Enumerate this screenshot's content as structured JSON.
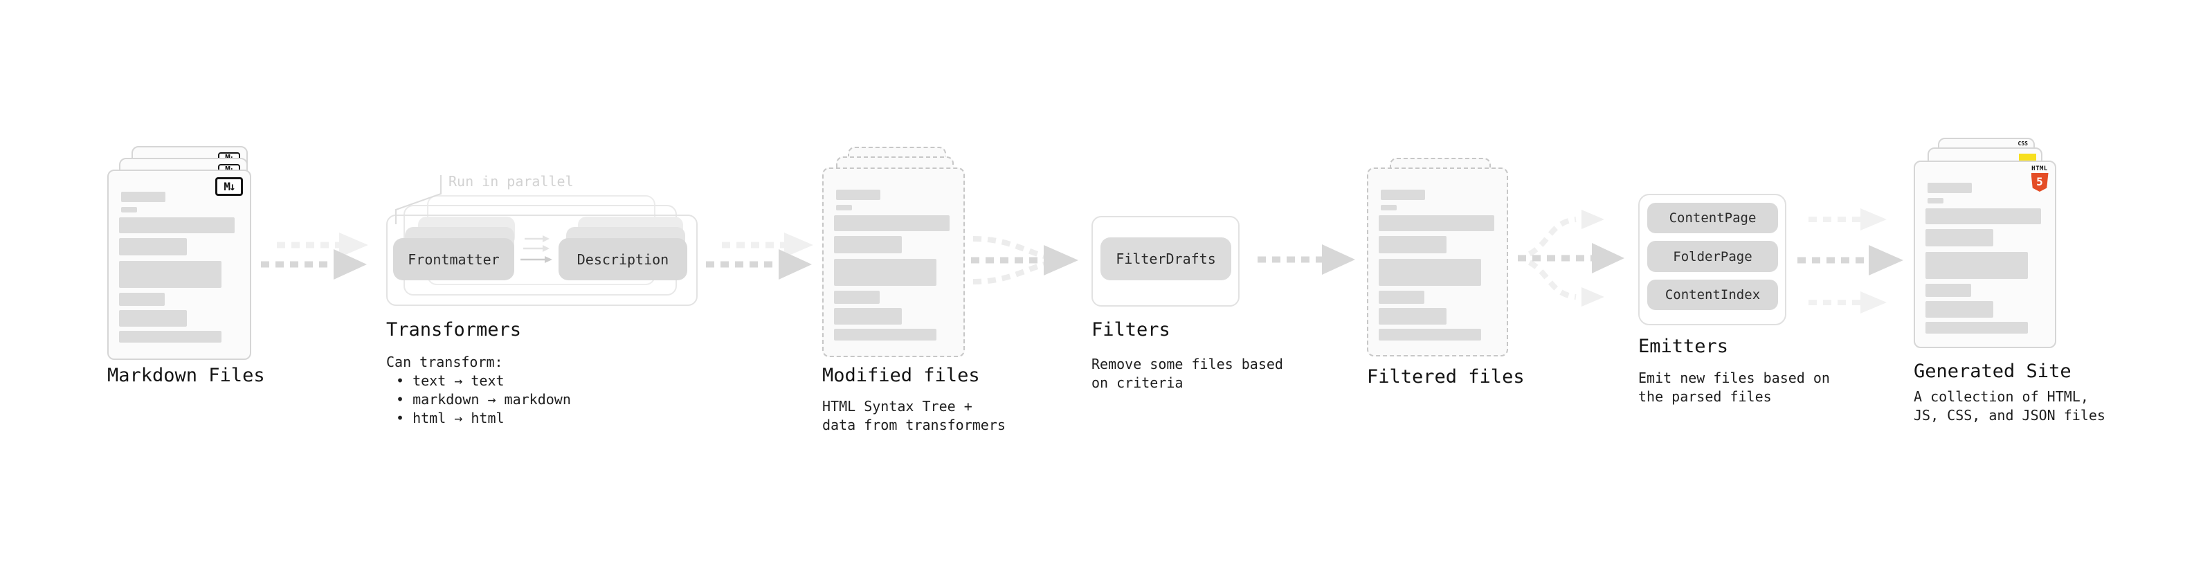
{
  "colors": {
    "html5_orange": "#e44d26",
    "css_blue": "#2965f1",
    "js_yellow": "#f7df1e"
  },
  "stages": {
    "markdown_files": {
      "label": "Markdown Files",
      "badge": "M↓"
    },
    "transformers": {
      "label": "Transformers",
      "annotation": "Run in parallel",
      "pill_left": "Frontmatter",
      "pill_right": "Description",
      "desc_title": "Can transform:",
      "bullets": [
        "• text → text",
        "• markdown → markdown",
        "• html → html"
      ]
    },
    "modified_files": {
      "label": "Modified files",
      "desc_line1": "HTML Syntax Tree +",
      "desc_line2": "data from transformers"
    },
    "filters": {
      "label": "Filters",
      "pill": "FilterDrafts",
      "desc_line1": "Remove some files based",
      "desc_line2": "on criteria"
    },
    "filtered_files": {
      "label": "Filtered files"
    },
    "emitters": {
      "label": "Emitters",
      "pills": [
        "ContentPage",
        "FolderPage",
        "ContentIndex"
      ],
      "desc_line1": "Emit new files based on",
      "desc_line2": "the parsed files"
    },
    "generated_site": {
      "label": "Generated Site",
      "desc_line1": "A collection of HTML,",
      "desc_line2": "JS, CSS, and JSON files",
      "css_badge_label": "CSS",
      "html_badge_label": "HTML",
      "html_badge_number": "5"
    }
  }
}
